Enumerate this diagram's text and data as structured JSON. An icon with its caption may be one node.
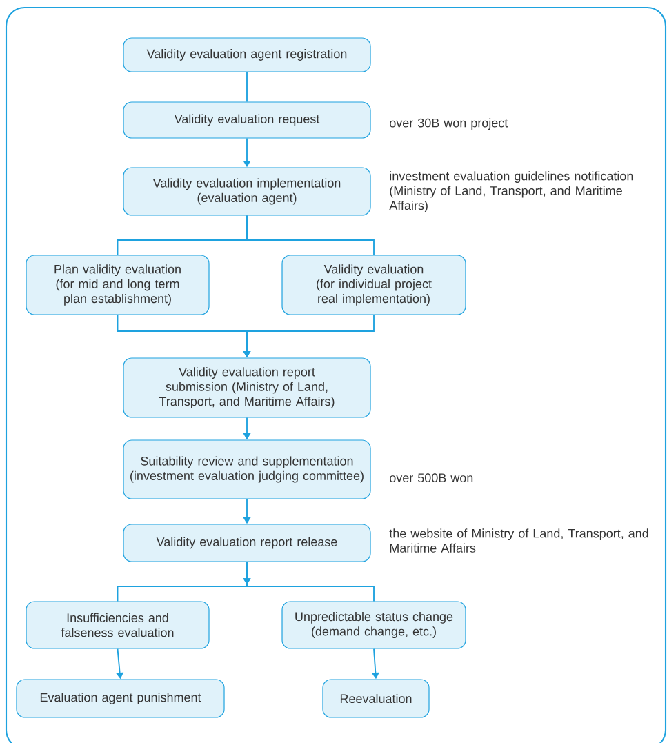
{
  "diagram": {
    "nodes": [
      {
        "text": [
          "Validity evaluation agent registration"
        ]
      },
      {
        "text": [
          "Validity evaluation request"
        ],
        "beside": [
          "over 30B won project"
        ]
      },
      {
        "text": [
          "Validity evaluation implementation (evaluation agent)"
        ],
        "beside": [
          "investment evaluation guidelines notification (Ministry of Land, Transport, and Maritime Affairs)"
        ]
      },
      {
        "text": [
          "Plan validity evaluation (for mid and long term plan establishment)"
        ]
      },
      {
        "text": [
          "Validity evaluation (for individual project real implementation)"
        ]
      },
      {
        "text": [
          "Validity evaluation report submission (Ministry of Land, Transport, and Maritime Affairs)"
        ]
      },
      {
        "text": [
          "Suitability review and supplementation (investment evaluation judging committee)"
        ],
        "beside": [
          "over 500B won"
        ]
      },
      {
        "text": [
          "Validity evaluation report release"
        ],
        "beside": [
          "the website of Ministry of Land, Transport, and Maritime Affairs"
        ]
      },
      {
        "text": [
          "Insufficiencies and falseness evaluation"
        ]
      },
      {
        "text": [
          "Unpredictable status change (demand change, etc.)"
        ]
      },
      {
        "text": [
          "Evaluation agent punishment"
        ]
      },
      {
        "text": [
          "Reevaluation"
        ]
      }
    ],
    "edges": [
      {
        "from": 0,
        "to": 1,
        "arrow": "none"
      },
      {
        "from": 1,
        "to": 2,
        "arrow": "to"
      },
      {
        "from": 2,
        "to": 3,
        "arrow": "none"
      },
      {
        "from": 2,
        "to": 4,
        "arrow": "none"
      },
      {
        "from": 3,
        "to": 5,
        "arrow": "to"
      },
      {
        "from": 4,
        "to": 5,
        "arrow": "to"
      },
      {
        "from": 5,
        "to": 6,
        "arrow": "to"
      },
      {
        "from": 6,
        "to": 7,
        "arrow": "to"
      },
      {
        "from": 7,
        "to": 8,
        "arrow": "to"
      },
      {
        "from": 7,
        "to": 9,
        "arrow": "to"
      },
      {
        "from": 8,
        "to": 10,
        "arrow": "to"
      },
      {
        "from": 9,
        "to": 11,
        "arrow": "to"
      }
    ]
  }
}
